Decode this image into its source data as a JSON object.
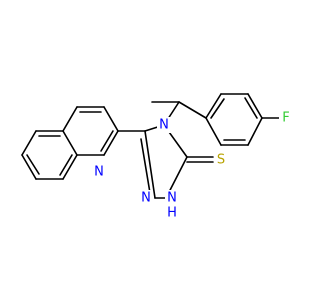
{
  "molecule": {
    "colors": {
      "bond": "#000000",
      "carbon": "#000000",
      "nitrogen": "#0000ff",
      "sulfur": "#b8a300",
      "fluorine": "#33cc33"
    },
    "labels": {
      "n_quinoline": "N",
      "n4": "N",
      "n3": "N",
      "n1": "N",
      "h1": "H",
      "s": "S",
      "f": "F"
    }
  }
}
